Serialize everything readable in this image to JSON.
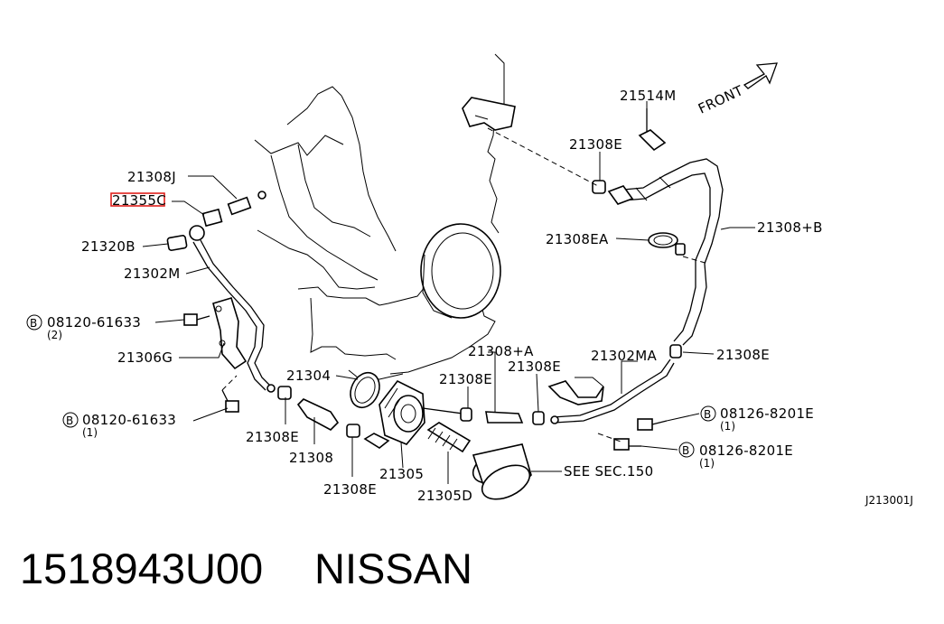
{
  "labels": {
    "p21308J": "21308J",
    "p21355C": "21355C",
    "p21320B": "21320B",
    "p21302M": "21302M",
    "bolt_left_top": "08120-61633",
    "bolt_left_top_qty": "(2)",
    "p21306G": "21306G",
    "p21304": "21304",
    "bolt_left_bottom": "08120-61633",
    "bolt_left_bottom_qty": "(1)",
    "p21308E_a": "21308E",
    "p21308": "21308",
    "p21308E_b": "21308E",
    "p21305": "21305",
    "p21305D": "21305D",
    "p21308E_c": "21308E",
    "p21308A": "21308+A",
    "p21308E_d": "21308E",
    "see_sec": "SEE SEC.150",
    "p21302MA": "21302MA",
    "p21308E_e": "21308E",
    "bolt_right_top": "08126-8201E",
    "bolt_right_top_qty": "(1)",
    "bolt_right_bottom": "08126-8201E",
    "bolt_right_bottom_qty": "(1)",
    "p21514M": "21514M",
    "p21308E_f": "21308E",
    "p21308B": "21308+B",
    "p21308EA": "21308EA",
    "front": "FRONT",
    "bolt_symbol": "B",
    "diagram_code": "J213001J"
  },
  "caption": {
    "part_number": "1518943U00",
    "brand": "NISSAN"
  },
  "highlight": {
    "color": "#e0201c",
    "target": "21355C"
  }
}
